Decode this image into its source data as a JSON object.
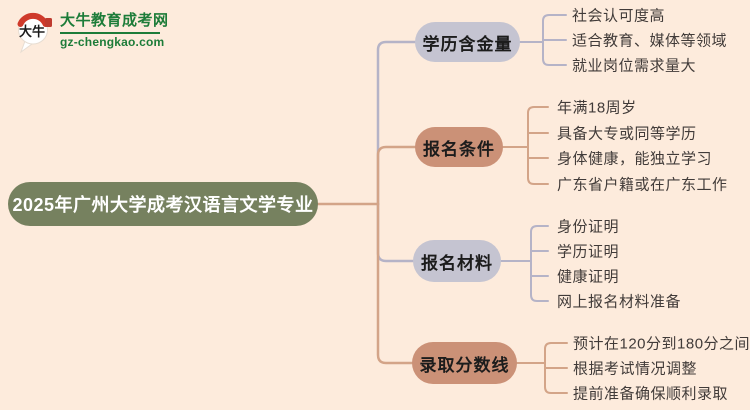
{
  "site": {
    "name": "大牛教育成考网",
    "domain": "gz-chengkao.com",
    "logo_chars": "大牛"
  },
  "root": {
    "label": "2025年广州大学成考汉语言文学专业"
  },
  "branches": [
    {
      "label": "学历含金量",
      "theme": "lavender",
      "children": [
        "社会认可度高",
        "适合教育、媒体等领域",
        "就业岗位需求量大"
      ]
    },
    {
      "label": "报名条件",
      "theme": "salmon",
      "children": [
        "年满18周岁",
        "具备大专或同等学历",
        "身体健康，能独立学习",
        "广东省户籍或在广东工作"
      ]
    },
    {
      "label": "报名材料",
      "theme": "lavender",
      "children": [
        "身份证明",
        "学历证明",
        "健康证明",
        "网上报名材料准备"
      ]
    },
    {
      "label": "录取分数线",
      "theme": "salmon",
      "children": [
        "预计在120分到180分之间",
        "根据考试情况调整",
        "提前准备确保顺利录取"
      ]
    }
  ],
  "colors": {
    "background": "#fdebdc",
    "root_fill": "#76815f",
    "root_text": "#ffffff",
    "branch_lavender_fill": "#c5c4d1",
    "branch_salmon_fill": "#cb9177",
    "line_lavender": "#b5b3c7",
    "line_salmon": "#d3a488",
    "leaf_text": "#413b39",
    "brand_green": "#1d7c39",
    "logo_red": "#cf3a2b"
  }
}
